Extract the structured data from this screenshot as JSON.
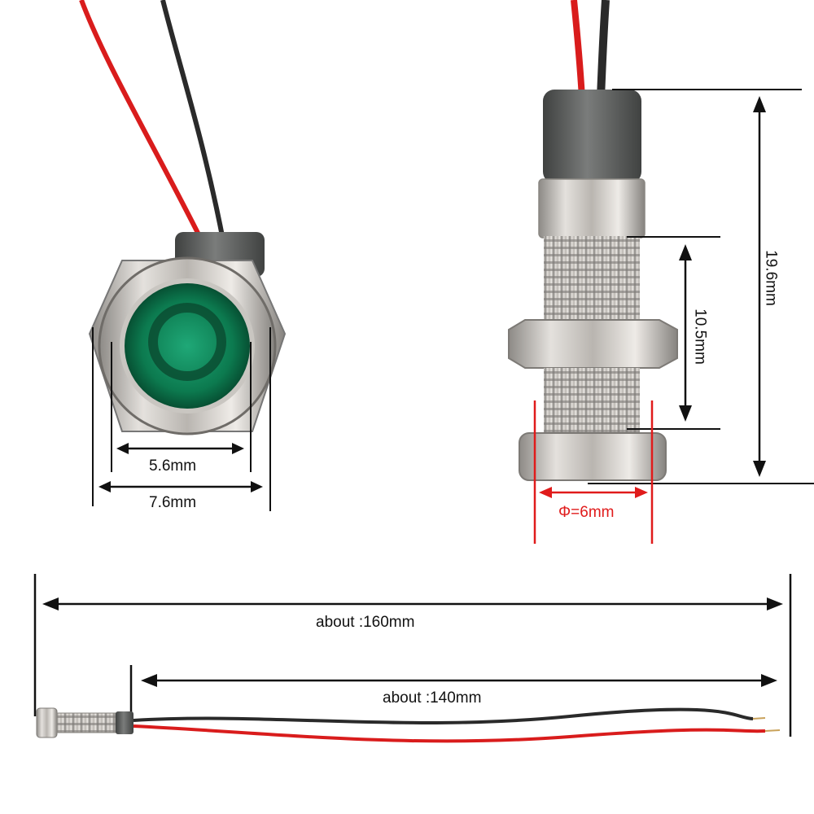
{
  "dimensions": {
    "lens_diameter": "5.6mm",
    "head_diameter": "7.6mm",
    "thread_diameter": "Φ=6mm",
    "thread_length": "10.5mm",
    "body_length": "19.6mm",
    "total_length": "about :160mm",
    "wire_length": "about :140mm"
  },
  "colors": {
    "background": "#ffffff",
    "dimension_line": "#111111",
    "diameter_line": "#e01b1b",
    "lens": "#0f8a5a",
    "wire_red": "#d91c1c",
    "wire_black": "#2a2a2a",
    "metal": "#c9c4bd",
    "sleeve": "#5f6160"
  }
}
